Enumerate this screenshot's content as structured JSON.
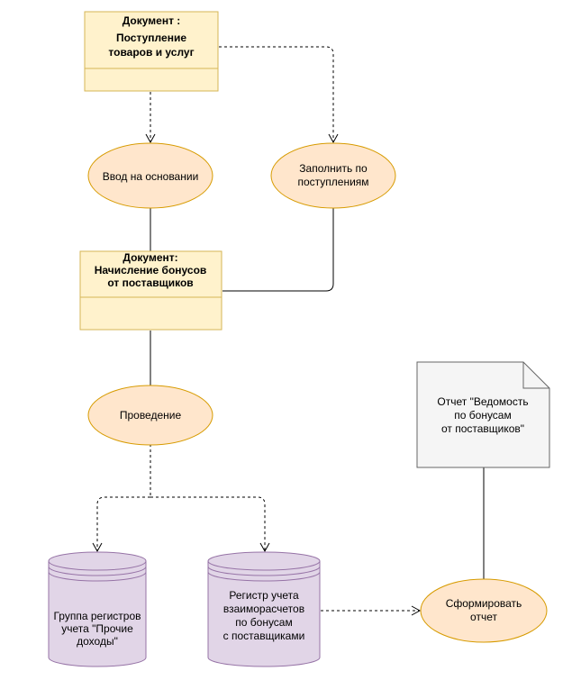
{
  "colors": {
    "doc_fill": "#fff2cc",
    "doc_stroke": "#d6b656",
    "ellipse_fill": "#ffe6cc",
    "ellipse_stroke": "#d79b00",
    "cylinder_fill": "#e1d5e7",
    "cylinder_stroke": "#9673a6",
    "note_fill": "#f5f5f5",
    "note_stroke": "#666666",
    "edge": "#000000"
  },
  "nodes": {
    "doc_receipt": {
      "line1": "Документ :",
      "line2": "Поступление",
      "line3": "товаров и услуг"
    },
    "doc_bonus": {
      "line1": "Документ:",
      "line2": "Начисление бонусов",
      "line3": "от поставщиков"
    },
    "ellipse_basis": {
      "line1": "Ввод на основании"
    },
    "ellipse_fill_receipts": {
      "line1": "Заполнить по",
      "line2": "поступлениям"
    },
    "ellipse_posting": {
      "line1": "Проведение"
    },
    "ellipse_generate": {
      "line1": "Сформировать",
      "line2": "отчет"
    },
    "cyl_other_income": {
      "line1": "Группа регистров",
      "line2": "учета \"Прочие",
      "line3": "доходы\""
    },
    "cyl_settlements": {
      "line1": "Регистр учета",
      "line2": "взаиморасчетов",
      "line3": "по бонусам",
      "line4": "с поставщиками"
    },
    "note_report": {
      "line1": "Отчет \"Ведомость",
      "line2": "по бонусам",
      "line3": "от поставщиков\""
    }
  }
}
